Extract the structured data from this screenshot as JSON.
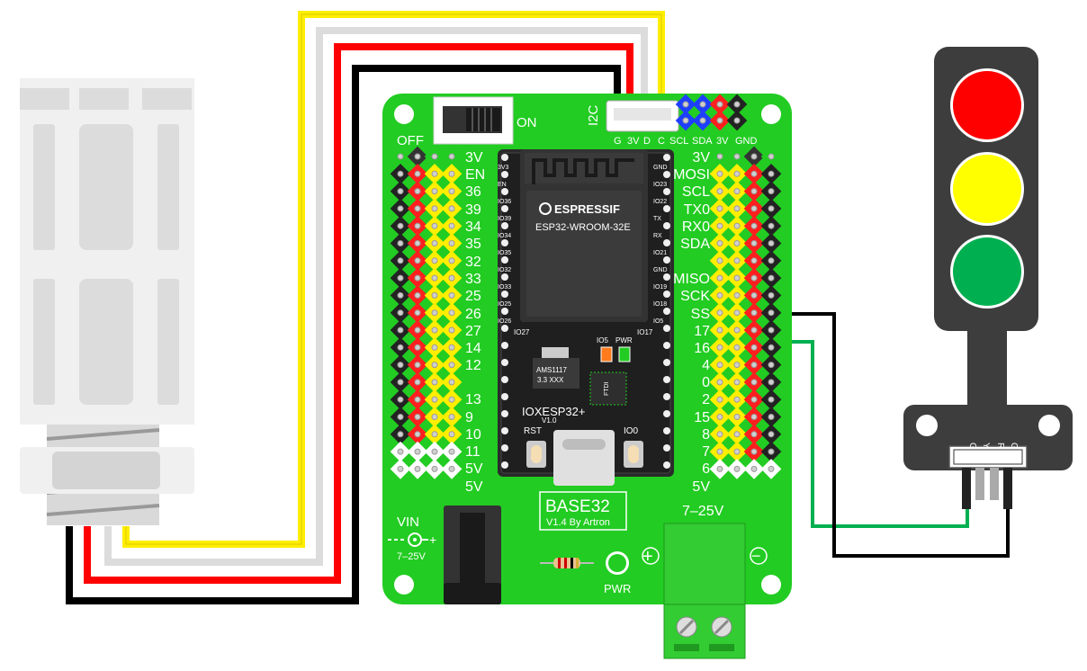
{
  "board": {
    "name": "BASE32",
    "version": "V1.4 By Artron",
    "switch_off": "OFF",
    "switch_on": "ON",
    "i2c_label": "I2C",
    "i2c_pins": [
      "G",
      "3V",
      "D",
      "C"
    ],
    "top_header": [
      "SCL",
      "SDA",
      "3V",
      "GND"
    ],
    "left_pins": [
      "3V",
      "EN",
      "36",
      "39",
      "34",
      "35",
      "32",
      "33",
      "25",
      "26",
      "27",
      "14",
      "12",
      "13",
      "9",
      "10",
      "11",
      "5V",
      "5V"
    ],
    "right_pins": [
      "3V",
      "MOSI",
      "SCL",
      "TX0",
      "RX0",
      "SDA",
      "MISO",
      "SCK",
      "SS",
      "17",
      "16",
      "4",
      "0",
      "2",
      "15",
      "8",
      "7",
      "6",
      "5V"
    ],
    "vin_label": "VIN",
    "vin_range": "7–25V",
    "terminal_range": "7–25V",
    "plus": "+",
    "minus": "−",
    "pwr_label": "PWR"
  },
  "module": {
    "brand": "ESPRESSIF",
    "model": "ESP32-WROOM-32E",
    "carrier": "IOXESP32+",
    "carrier_version": "V1.0",
    "regulator": "AMS1117",
    "regulator_sub": "3.3  XXX",
    "rst": "RST",
    "io0": "IO0",
    "io5_led": "IO5",
    "pwr_led": "PWR",
    "left_pins": [
      "3V3",
      "EN",
      "IO36",
      "IO39",
      "IO34",
      "IO35",
      "IO32",
      "IO33",
      "IO25",
      "IO26"
    ],
    "right_pins": [
      "GND",
      "IO23",
      "IO22",
      "TX",
      "RX",
      "IO21",
      "GND",
      "IO19",
      "IO18",
      "IO5"
    ],
    "io27": "IO27",
    "io17": "IO17",
    "usb_chip": "FTDI"
  },
  "traffic_light": {
    "pins": [
      "GND",
      "R",
      "Y",
      "G"
    ],
    "colors": {
      "red": "#ff0000",
      "yellow": "#ffff00",
      "green": "#00b050"
    }
  },
  "colors": {
    "board_green": "#22cc22",
    "wire_yellow": "#ffee00",
    "wire_red": "#ff0000",
    "wire_gray": "#d9d9d9",
    "wire_black": "#000000",
    "wire_green": "#00b050"
  }
}
